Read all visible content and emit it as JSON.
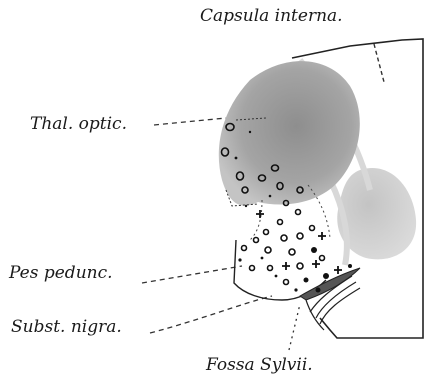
{
  "labels": {
    "capsula_interna": "Capsula interna.",
    "thal_optic": "Thal. optic.",
    "pes_pedunc": "Pes pedunc.",
    "subst_nigra": "Subst. nigra.",
    "fossa_sylvii": "Fossa Sylvii."
  },
  "colors": {
    "ink": "#1a1a1a",
    "shade_dark": "#8a8a8a",
    "shade_mid": "#b4b4b4",
    "shade_light": "#d6d6d6",
    "background": "#ffffff"
  }
}
